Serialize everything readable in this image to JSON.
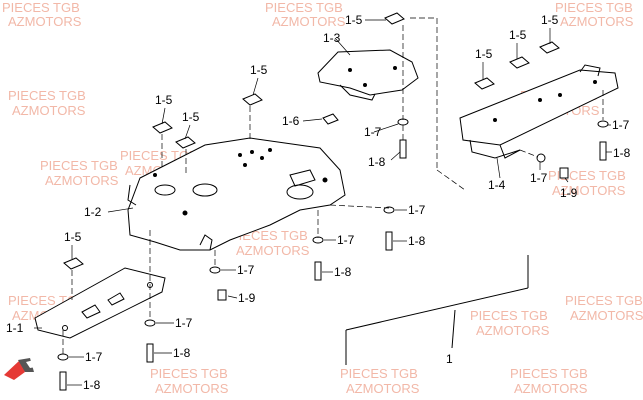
{
  "watermark": {
    "line1": "PIECES TGB",
    "line2": "AZMOTORS",
    "color": "#f2b8a8"
  },
  "labels": {
    "p1": "1",
    "p1_1": "1-1",
    "p1_2": "1-2",
    "p1_3": "1-3",
    "p1_4": "1-4",
    "p1_5": "1-5",
    "p1_6": "1-6",
    "p1_7": "1-7",
    "p1_8": "1-8",
    "p1_9": "1-9"
  },
  "logo": {
    "name": "az-logo",
    "colors": [
      "#e53935",
      "#555555"
    ]
  }
}
